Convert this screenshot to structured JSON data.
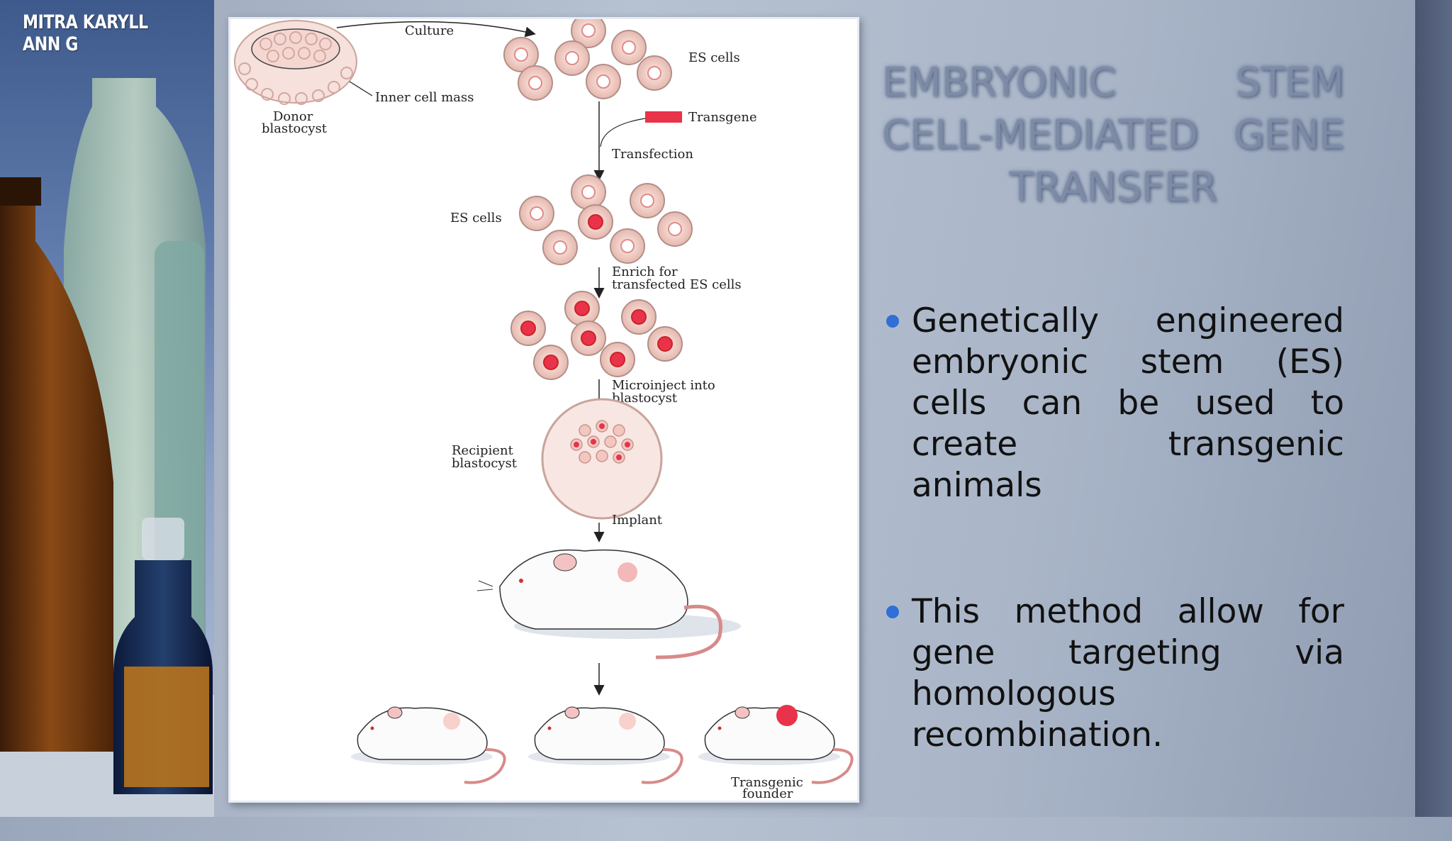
{
  "author": "MITRA KARYLL ANN G",
  "title": {
    "line1": [
      "EMBRYONIC",
      "STEM"
    ],
    "line2": [
      "CELL-MEDIATED",
      "GENE"
    ],
    "line3": "TRANSFER"
  },
  "bullets": [
    "Genetically engineered embryonic stem (ES) cells can be used to create transgenic animals",
    "This method allow for gene targeting via homologous recombination."
  ],
  "diagram": {
    "culture": "Culture",
    "es_cells_top": "ES cells",
    "inner_cell_mass": "Inner cell mass",
    "donor_line1": "Donor",
    "donor_line2": "blastocyst",
    "transgene": "Transgene",
    "transfection": "Transfection",
    "es_cells_mid": "ES cells",
    "enrich_line1": "Enrich for",
    "enrich_line2": "transfected ES cells",
    "microinject_line1": "Microinject into",
    "microinject_line2": "blastocyst",
    "recipient_line1": "Recipient",
    "recipient_line2": "blastocyst",
    "implant": "Implant",
    "founder_line1": "Transgenic",
    "founder_line2": "founder"
  },
  "colors": {
    "transgene_red": "#e8334a",
    "cell_fill": "#f2d6d0",
    "bullet_blue": "#2f6fd6",
    "title_gray": "#7e8ba6"
  }
}
